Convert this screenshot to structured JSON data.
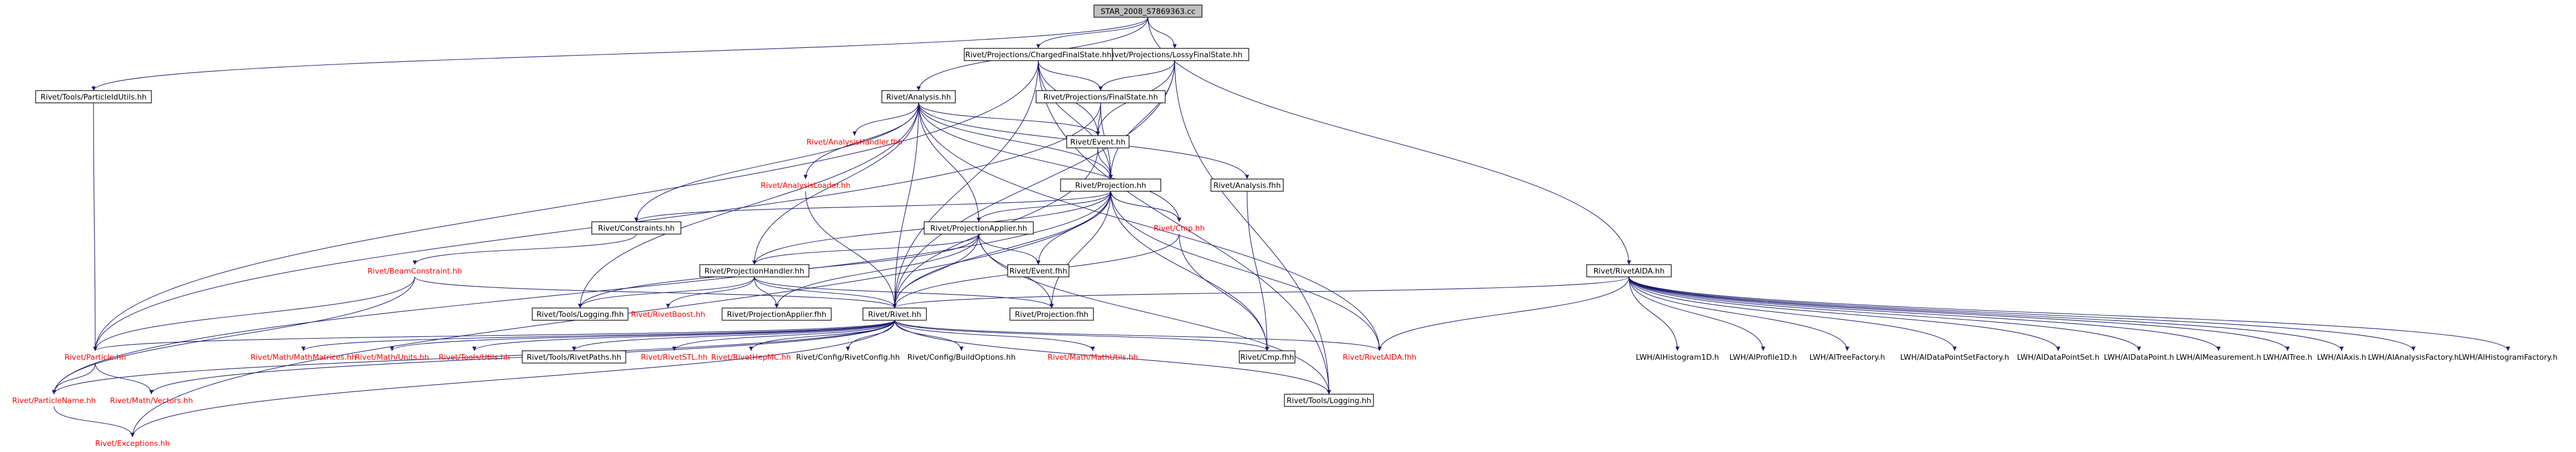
{
  "graph": {
    "colors": {
      "edge": "#191970",
      "external_text": "#ff0000",
      "normal_text": "#000000",
      "root_fill": "#bfbfbf",
      "box_stroke": "#000000"
    },
    "nodes": [
      {
        "id": "root",
        "label": "STAR_2008_S7869363.cc",
        "kind": "root"
      },
      {
        "id": "lossy",
        "label": "Rivet/Projections/LossyFinalState.hh",
        "kind": "boxed"
      },
      {
        "id": "charged",
        "label": "Rivet/Projections/ChargedFinalState.hh",
        "kind": "boxed"
      },
      {
        "id": "particleutils",
        "label": "Rivet/Tools/ParticleIdUtils.hh",
        "kind": "boxed"
      },
      {
        "id": "analysis",
        "label": "Rivet/Analysis.hh",
        "kind": "boxed"
      },
      {
        "id": "finalstate",
        "label": "Rivet/Projections/FinalState.hh",
        "kind": "boxed"
      },
      {
        "id": "analysishandler",
        "label": "Rivet/AnalysisHandler.fhh",
        "kind": "external"
      },
      {
        "id": "event",
        "label": "Rivet/Event.hh",
        "kind": "boxed"
      },
      {
        "id": "analysisloader",
        "label": "Rivet/AnalysisLoader.hh",
        "kind": "external"
      },
      {
        "id": "projection",
        "label": "Rivet/Projection.hh",
        "kind": "boxed"
      },
      {
        "id": "analysisfhh",
        "label": "Rivet/Analysis.fhh",
        "kind": "boxed"
      },
      {
        "id": "constraints",
        "label": "Rivet/Constraints.hh",
        "kind": "boxed"
      },
      {
        "id": "projapplier",
        "label": "Rivet/ProjectionApplier.hh",
        "kind": "boxed"
      },
      {
        "id": "cmp",
        "label": "Rivet/Cmp.hh",
        "kind": "external"
      },
      {
        "id": "beamconstraint",
        "label": "Rivet/BeamConstraint.hh",
        "kind": "external"
      },
      {
        "id": "projhandler",
        "label": "Rivet/ProjectionHandler.hh",
        "kind": "boxed"
      },
      {
        "id": "eventfhh",
        "label": "Rivet/Event.fhh",
        "kind": "boxed"
      },
      {
        "id": "loggingfhh",
        "label": "Rivet/Tools/Logging.fhh",
        "kind": "boxed"
      },
      {
        "id": "rivetboost",
        "label": "Rivet/RivetBoost.hh",
        "kind": "external"
      },
      {
        "id": "projappfhh",
        "label": "Rivet/ProjectionApplier.fhh",
        "kind": "boxed"
      },
      {
        "id": "rivethh",
        "label": "Rivet/Rivet.hh",
        "kind": "boxed"
      },
      {
        "id": "projfhh",
        "label": "Rivet/Projection.fhh",
        "kind": "boxed"
      },
      {
        "id": "cmpfhh",
        "label": "Rivet/Cmp.fhh",
        "kind": "boxed"
      },
      {
        "id": "rivetaidafhh",
        "label": "Rivet/RivetAIDA.fhh",
        "kind": "external"
      },
      {
        "id": "rivetaidahh",
        "label": "Rivet/RivetAIDA.hh",
        "kind": "boxed"
      },
      {
        "id": "particle",
        "label": "Rivet/Particle.hh",
        "kind": "external"
      },
      {
        "id": "mathmatrices",
        "label": "Rivet/Math/MathMatrices.hh",
        "kind": "external"
      },
      {
        "id": "mathunits",
        "label": "Rivet/Math/Units.hh",
        "kind": "external"
      },
      {
        "id": "toolsutils",
        "label": "Rivet/Tools/Utils.hh",
        "kind": "external"
      },
      {
        "id": "toolspaths",
        "label": "Rivet/Tools/RivetPaths.hh",
        "kind": "boxed"
      },
      {
        "id": "rivetstl",
        "label": "Rivet/RivetSTL.hh",
        "kind": "external"
      },
      {
        "id": "hepmc",
        "label": "Rivet/RivetHepMC.hh",
        "kind": "external"
      },
      {
        "id": "config",
        "label": "Rivet/Config/RivetConfig.hh",
        "kind": "plain"
      },
      {
        "id": "buildopts",
        "label": "Rivet/Config/BuildOptions.hh",
        "kind": "plain"
      },
      {
        "id": "mathutils",
        "label": "Rivet/Math/MathUtils.hh",
        "kind": "external"
      },
      {
        "id": "particlename",
        "label": "Rivet/ParticleName.hh",
        "kind": "external"
      },
      {
        "id": "mathvectors",
        "label": "Rivet/Math/Vectors.hh",
        "kind": "external"
      },
      {
        "id": "logginghh",
        "label": "Rivet/Tools/Logging.hh",
        "kind": "boxed"
      },
      {
        "id": "exceptions",
        "label": "Rivet/Exceptions.hh",
        "kind": "external"
      },
      {
        "id": "aihisto1d",
        "label": "LWH/AIHistogram1D.h",
        "kind": "plain"
      },
      {
        "id": "aiprofile1d",
        "label": "LWH/AIProfile1D.h",
        "kind": "plain"
      },
      {
        "id": "aitreefactory",
        "label": "LWH/AITreeFactory.h",
        "kind": "plain"
      },
      {
        "id": "aidpsfactory",
        "label": "LWH/AIDataPointSetFactory.h",
        "kind": "plain"
      },
      {
        "id": "aidps",
        "label": "LWH/AIDataPointSet.h",
        "kind": "plain"
      },
      {
        "id": "aidp",
        "label": "LWH/AIDataPoint.h",
        "kind": "plain"
      },
      {
        "id": "aimeasurement",
        "label": "LWH/AIMeasurement.h",
        "kind": "plain"
      },
      {
        "id": "aitree",
        "label": "LWH/AITree.h",
        "kind": "plain"
      },
      {
        "id": "aiaxis",
        "label": "LWH/AIAxis.h",
        "kind": "plain"
      },
      {
        "id": "aianalysisfactory",
        "label": "LWH/AIAnalysisFactory.h",
        "kind": "plain"
      },
      {
        "id": "aihistofactory",
        "label": "LWH/AIHistogramFactory.h",
        "kind": "plain"
      }
    ],
    "edges": [
      [
        "root",
        "lossy"
      ],
      [
        "root",
        "charged"
      ],
      [
        "root",
        "particleutils"
      ],
      [
        "root",
        "analysis"
      ],
      [
        "root",
        "rivetaidahh"
      ],
      [
        "lossy",
        "finalstate"
      ],
      [
        "lossy",
        "projection"
      ],
      [
        "lossy",
        "rivethh"
      ],
      [
        "lossy",
        "logginghh"
      ],
      [
        "lossy",
        "event"
      ],
      [
        "charged",
        "finalstate"
      ],
      [
        "charged",
        "projection"
      ],
      [
        "charged",
        "event"
      ],
      [
        "charged",
        "particle"
      ],
      [
        "charged",
        "logginghh"
      ],
      [
        "charged",
        "rivethh"
      ],
      [
        "particleutils",
        "particle"
      ],
      [
        "analysis",
        "analysishandler"
      ],
      [
        "analysis",
        "event"
      ],
      [
        "analysis",
        "analysisloader"
      ],
      [
        "analysis",
        "projection"
      ],
      [
        "analysis",
        "analysisfhh"
      ],
      [
        "analysis",
        "constraints"
      ],
      [
        "analysis",
        "projapplier"
      ],
      [
        "analysis",
        "projhandler"
      ],
      [
        "analysis",
        "loggingfhh"
      ],
      [
        "analysis",
        "rivethh"
      ],
      [
        "analysis",
        "rivetaidafhh"
      ],
      [
        "analysis",
        "cmp"
      ],
      [
        "finalstate",
        "event"
      ],
      [
        "finalstate",
        "projection"
      ],
      [
        "finalstate",
        "particle"
      ],
      [
        "event",
        "projection"
      ],
      [
        "event",
        "rivethh"
      ],
      [
        "analysisloader",
        "rivethh"
      ],
      [
        "projection",
        "constraints"
      ],
      [
        "projection",
        "projapplier"
      ],
      [
        "projection",
        "cmp"
      ],
      [
        "projection",
        "projhandler"
      ],
      [
        "projection",
        "eventfhh"
      ],
      [
        "projection",
        "projfhh"
      ],
      [
        "projection",
        "rivethh"
      ],
      [
        "projection",
        "cmpfhh"
      ],
      [
        "projection",
        "rivetaidafhh"
      ],
      [
        "projection",
        "particlename"
      ],
      [
        "projection",
        "exceptions"
      ],
      [
        "analysisfhh",
        "cmpfhh"
      ],
      [
        "constraints",
        "beamconstraint"
      ],
      [
        "beamconstraint",
        "particle"
      ],
      [
        "beamconstraint",
        "rivethh"
      ],
      [
        "beamconstraint",
        "particlename"
      ],
      [
        "projapplier",
        "projhandler"
      ],
      [
        "projapplier",
        "eventfhh"
      ],
      [
        "projapplier",
        "projfhh"
      ],
      [
        "projapplier",
        "rivethh"
      ],
      [
        "projapplier",
        "projappfhh"
      ],
      [
        "projapplier",
        "logginghh"
      ],
      [
        "projapplier",
        "loggingfhh"
      ],
      [
        "cmp",
        "projection"
      ],
      [
        "cmp",
        "cmpfhh"
      ],
      [
        "cmp",
        "rivethh"
      ],
      [
        "projhandler",
        "rivethh"
      ],
      [
        "projhandler",
        "rivetboost"
      ],
      [
        "projhandler",
        "projappfhh"
      ],
      [
        "projhandler",
        "projfhh"
      ],
      [
        "projhandler",
        "loggingfhh"
      ],
      [
        "rivethh",
        "particle"
      ],
      [
        "rivethh",
        "mathmatrices"
      ],
      [
        "rivethh",
        "mathunits"
      ],
      [
        "rivethh",
        "toolsutils"
      ],
      [
        "rivethh",
        "toolspaths"
      ],
      [
        "rivethh",
        "rivetstl"
      ],
      [
        "rivethh",
        "hepmc"
      ],
      [
        "rivethh",
        "config"
      ],
      [
        "rivethh",
        "buildopts"
      ],
      [
        "rivethh",
        "mathutils"
      ],
      [
        "rivethh",
        "logginghh"
      ],
      [
        "rivethh",
        "particlename"
      ],
      [
        "rivethh",
        "mathvectors"
      ],
      [
        "rivethh",
        "exceptions"
      ],
      [
        "rivethh",
        "cmpfhh"
      ],
      [
        "rivethh",
        "rivetaidafhh"
      ],
      [
        "particle",
        "particlename"
      ],
      [
        "particle",
        "mathvectors"
      ],
      [
        "particlename",
        "exceptions"
      ],
      [
        "rivetaidahh",
        "rivethh"
      ],
      [
        "rivetaidahh",
        "rivetaidafhh"
      ],
      [
        "rivetaidahh",
        "aihisto1d"
      ],
      [
        "rivetaidahh",
        "aiprofile1d"
      ],
      [
        "rivetaidahh",
        "aitreefactory"
      ],
      [
        "rivetaidahh",
        "aidpsfactory"
      ],
      [
        "rivetaidahh",
        "aidps"
      ],
      [
        "rivetaidahh",
        "aidp"
      ],
      [
        "rivetaidahh",
        "aimeasurement"
      ],
      [
        "rivetaidahh",
        "aitree"
      ],
      [
        "rivetaidahh",
        "aiaxis"
      ],
      [
        "rivetaidahh",
        "aianalysisfactory"
      ],
      [
        "rivetaidahh",
        "aihistofactory"
      ]
    ]
  }
}
